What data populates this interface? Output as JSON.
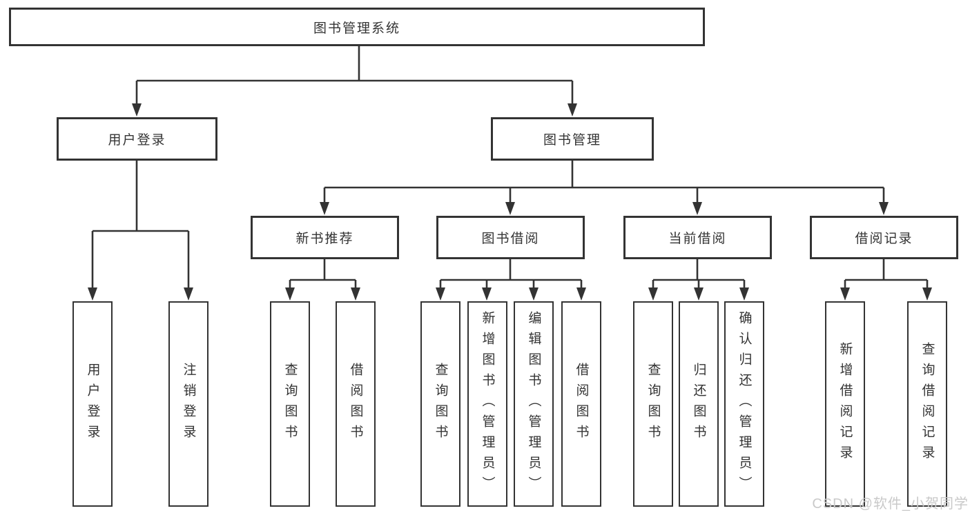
{
  "diagram": {
    "title": "图书管理系统",
    "root": {
      "label": "图书管理系统"
    },
    "level2": {
      "user_login": {
        "label": "用户登录"
      },
      "book_mgmt": {
        "label": "图书管理"
      }
    },
    "level3": {
      "new_book_recommend": {
        "label": "新书推荐"
      },
      "book_borrow": {
        "label": "图书借阅"
      },
      "current_borrow": {
        "label": "当前借阅"
      },
      "borrow_record": {
        "label": "借阅记录"
      }
    },
    "leaves": {
      "user_login": [
        "用户登录",
        "注销登录"
      ],
      "new_book": [
        "查询图书",
        "借阅图书"
      ],
      "book_borrow": [
        "查询图书",
        "新增图书（管理员）",
        "编辑图书（管理员）",
        "借阅图书"
      ],
      "current": [
        "查询图书",
        "归还图书",
        "确认归还（管理员）"
      ],
      "record": [
        "新增借阅记录",
        "查询借阅记录"
      ]
    }
  },
  "watermark": "CSDN @软件_小贺同学",
  "colors": {
    "line": "#333333",
    "box_border": "#333333",
    "text": "#333333",
    "watermark": "#c9c9c9",
    "background": "#ffffff"
  }
}
